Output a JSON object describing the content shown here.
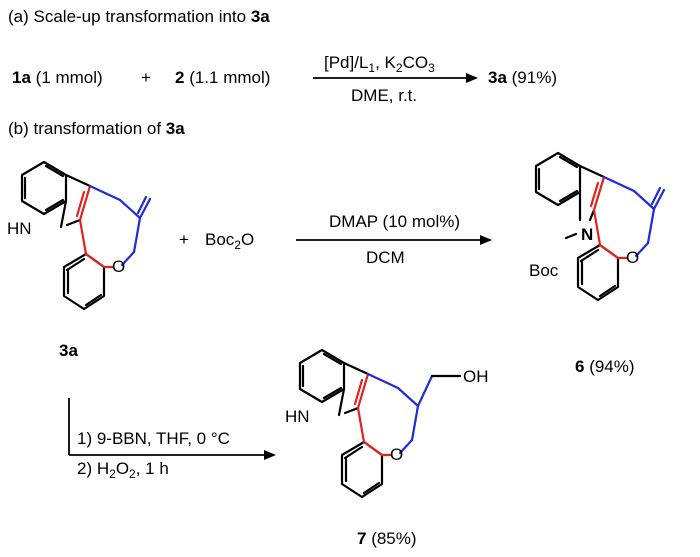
{
  "section_a": {
    "label": "(a) Scale-up transformation into ",
    "label_bold": "3a",
    "reactant1_id": "1a",
    "reactant1_amount": " (1 mmol)",
    "plus": "+",
    "reactant2_id": "2",
    "reactant2_amount": " (1.1 mmol)",
    "conditions_top": "[Pd]/L",
    "conditions_top_sub": "1",
    "conditions_top_rest": ", K",
    "conditions_top_sub2": "2",
    "conditions_top_end": "CO",
    "conditions_top_sub3": "3",
    "conditions_bottom": "DME, r.t.",
    "product_id": "3a",
    "product_yield": " (91%)"
  },
  "section_b": {
    "label": "(b) transformation of ",
    "label_bold": "3a",
    "sm_label": "3a",
    "sm_nh": "HN",
    "sm_o": "O",
    "plus": "+",
    "reagent": "Boc",
    "reagent_sub": "2",
    "reagent_end": "O",
    "arrow1_top": "DMAP (10 mol%)",
    "arrow1_bottom": "DCM",
    "p6_boc": "Boc",
    "p6_n": "N",
    "p6_o": "O",
    "p6_id": "6",
    "p6_yield": " (94%)",
    "arrow2_step1": "1) 9-BBN, THF, 0 °C",
    "arrow2_step2a": "2) H",
    "arrow2_step2_sub1": "2",
    "arrow2_step2b": "O",
    "arrow2_step2_sub2": "2",
    "arrow2_step2c": ", 1 h",
    "p7_nh": "HN",
    "p7_o": "O",
    "p7_oh": "OH",
    "p7_id": "7",
    "p7_yield": " (85%)"
  },
  "colors": {
    "bond": "#000000",
    "new_bond": "#e0231d",
    "chain": "#1f2bd6"
  }
}
